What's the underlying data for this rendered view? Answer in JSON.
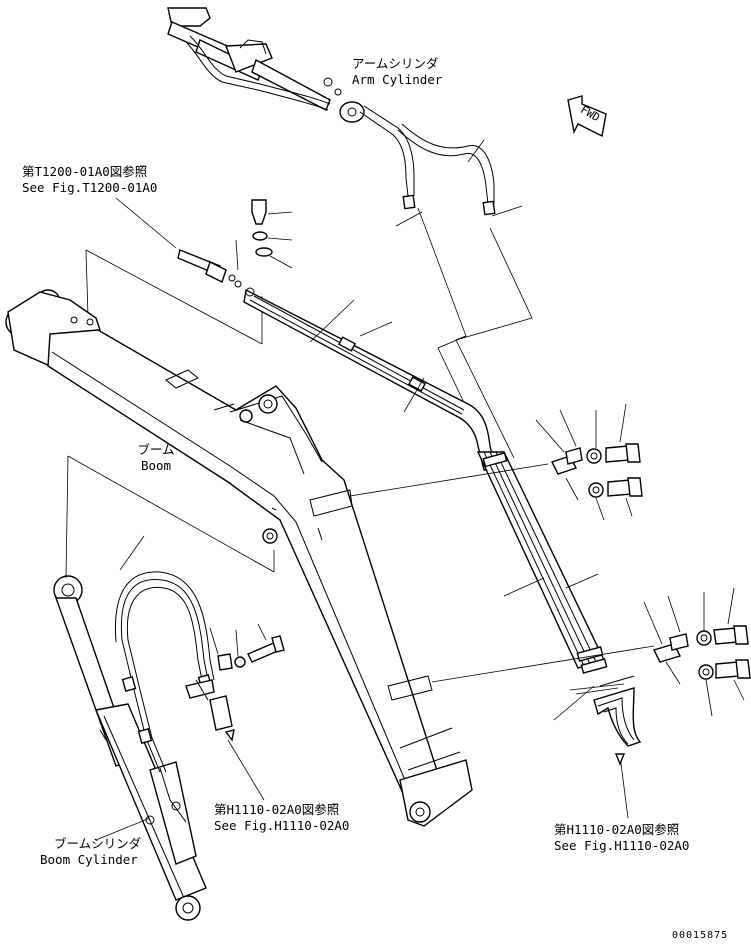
{
  "labels": {
    "arm_cylinder_jp": "アームシリンダ",
    "arm_cylinder_en": "Arm Cylinder",
    "ref_t1200_jp": "第T1200-01A0図参照",
    "ref_t1200_en": "See Fig.T1200-01A0",
    "boom_jp": "ブーム",
    "boom_en": "Boom",
    "ref_h1110_left_jp": "第H1110-02A0図参照",
    "ref_h1110_left_en": "See Fig.H1110-02A0",
    "ref_h1110_right_jp": "第H1110-02A0図参照",
    "ref_h1110_right_en": "See Fig.H1110-02A0",
    "boom_cylinder_jp": "ブームシリンダ",
    "boom_cylinder_en": "Boom Cylinder",
    "fwd": "FWD",
    "drawing_number": "00015875"
  },
  "colors": {
    "line": "#000000",
    "background": "#ffffff"
  }
}
